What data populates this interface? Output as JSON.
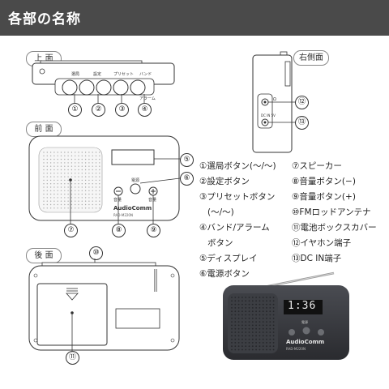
{
  "header": {
    "title": "各部の名称"
  },
  "views": {
    "top": "上 面",
    "front": "前 面",
    "back": "後 面",
    "right": "右側面"
  },
  "callouts": [
    "①",
    "②",
    "③",
    "④",
    "⑤",
    "⑥",
    "⑦",
    "⑧",
    "⑨",
    "⑩",
    "⑪",
    "⑫",
    "⑬"
  ],
  "top_view": {
    "button_labels": [
      "選局",
      "設定",
      "プリセット",
      "バンド"
    ],
    "sub_labels": [
      "アラーム"
    ]
  },
  "front_view": {
    "brand": "AudioComm",
    "model": "RAD-M220N",
    "power_label": "電源",
    "vol_minus": "音量",
    "vol_plus": "音量"
  },
  "right_view": {
    "phone_label": "Ω",
    "dc_label": "DC IN 5V"
  },
  "parts": [
    {
      "num": "①",
      "name": "選局ボタン(〜/〜)"
    },
    {
      "num": "②",
      "name": "設定ボタン"
    },
    {
      "num": "③",
      "name": "プリセットボタン"
    },
    {
      "num": "",
      "name": "(〜/〜)"
    },
    {
      "num": "④",
      "name": "バンド/アラーム"
    },
    {
      "num": "",
      "name": "ボタン"
    },
    {
      "num": "⑤",
      "name": "ディスプレイ"
    },
    {
      "num": "⑥",
      "name": "電源ボタン"
    },
    {
      "num": "⑦",
      "name": "スピーカー"
    },
    {
      "num": "⑧",
      "name": "音量ボタン(−)"
    },
    {
      "num": "⑨",
      "name": "音量ボタン(+)"
    },
    {
      "num": "⑩",
      "name": "FMロッドアンテナ"
    },
    {
      "num": "⑪",
      "name": "電池ボックスカバー"
    },
    {
      "num": "⑫",
      "name": "イヤホン端子"
    },
    {
      "num": "⑬",
      "name": "DC IN端子"
    }
  ],
  "photo": {
    "display": "1:36",
    "brand": "AudioComm",
    "model": "RAD-M220N",
    "power_label": "電源"
  }
}
